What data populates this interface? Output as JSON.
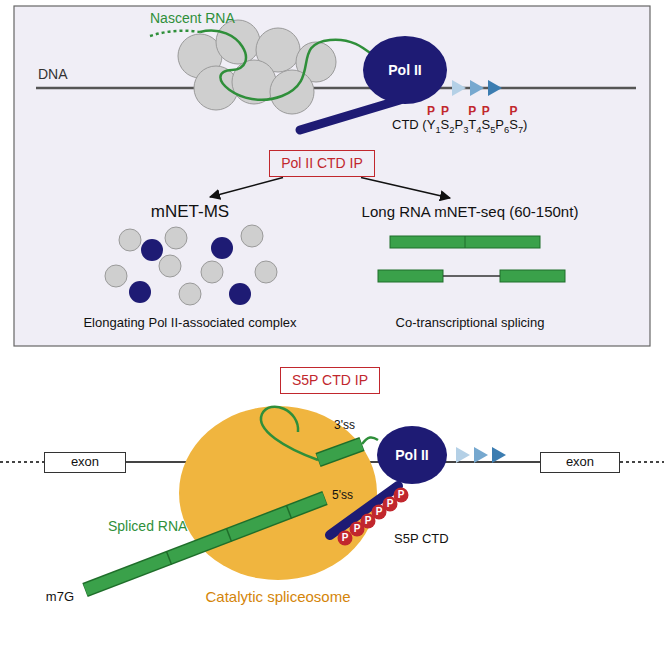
{
  "diagram": {
    "nodes": [
      {
        "text": [
          "Pol II"
        ]
      },
      {
        "text": [
          "Pol II CTD IP"
        ]
      },
      {
        "text": [
          "mNET-MS"
        ]
      },
      {
        "text": [
          "Long RNA mNET-seq (60-150nt)"
        ]
      },
      {
        "text": [
          "S5P CTD IP"
        ]
      },
      {
        "text": [
          "Catalytic spliceosome"
        ]
      },
      {
        "text": [
          "Pol II"
        ]
      },
      {
        "text": [
          "exon"
        ]
      },
      {
        "text": [
          "exon"
        ]
      }
    ],
    "edges": [
      {
        "from": 1,
        "to": 2,
        "arrow": "to"
      },
      {
        "from": 1,
        "to": 3,
        "arrow": "to"
      }
    ],
    "labels": [
      "Nascent RNA",
      "DNA",
      "P",
      "P",
      "P",
      "P",
      "P",
      "CTD (Y1S2P3T4S5P6S7)",
      "Elongating Pol II-associated complex",
      "Co-transcriptional splicing",
      "Spliced RNA",
      "m7G",
      "5'ss",
      "3'ss",
      "P",
      "P",
      "P",
      "P",
      "P",
      "P",
      "S5P CTD"
    ]
  }
}
